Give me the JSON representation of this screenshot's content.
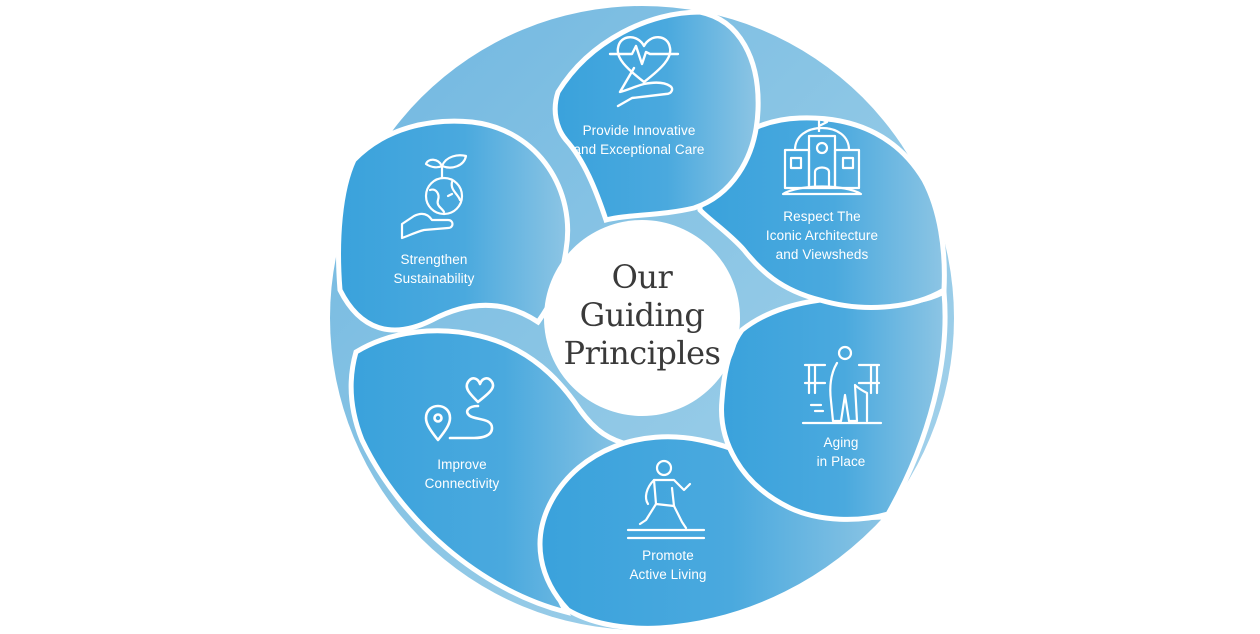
{
  "title": {
    "lines": [
      "Our",
      "Guiding",
      "Principles"
    ]
  },
  "colors": {
    "petal_dark": "#3aa3dc",
    "petal_light": "#8ec7e4",
    "ring_light": "#a7d3ea",
    "title_text": "#3a3a3a",
    "label_text": "#ffffff"
  },
  "principles": [
    {
      "id": "care",
      "icon": "heart-hand-icon",
      "lines": [
        "Provide Innovative",
        "and Exceptional Care"
      ]
    },
    {
      "id": "architecture",
      "icon": "building-icon",
      "lines": [
        "Respect The",
        "Iconic Architecture",
        "and Viewsheds"
      ]
    },
    {
      "id": "aging",
      "icon": "elder-walker-icon",
      "lines": [
        "Aging",
        "in Place"
      ]
    },
    {
      "id": "active",
      "icon": "runner-icon",
      "lines": [
        "Promote",
        "Active Living"
      ]
    },
    {
      "id": "connectivity",
      "icon": "location-heart-icon",
      "lines": [
        "Improve",
        "Connectivity"
      ]
    },
    {
      "id": "sustainability",
      "icon": "globe-hand-icon",
      "lines": [
        "Strengthen",
        "Sustainability"
      ]
    }
  ]
}
